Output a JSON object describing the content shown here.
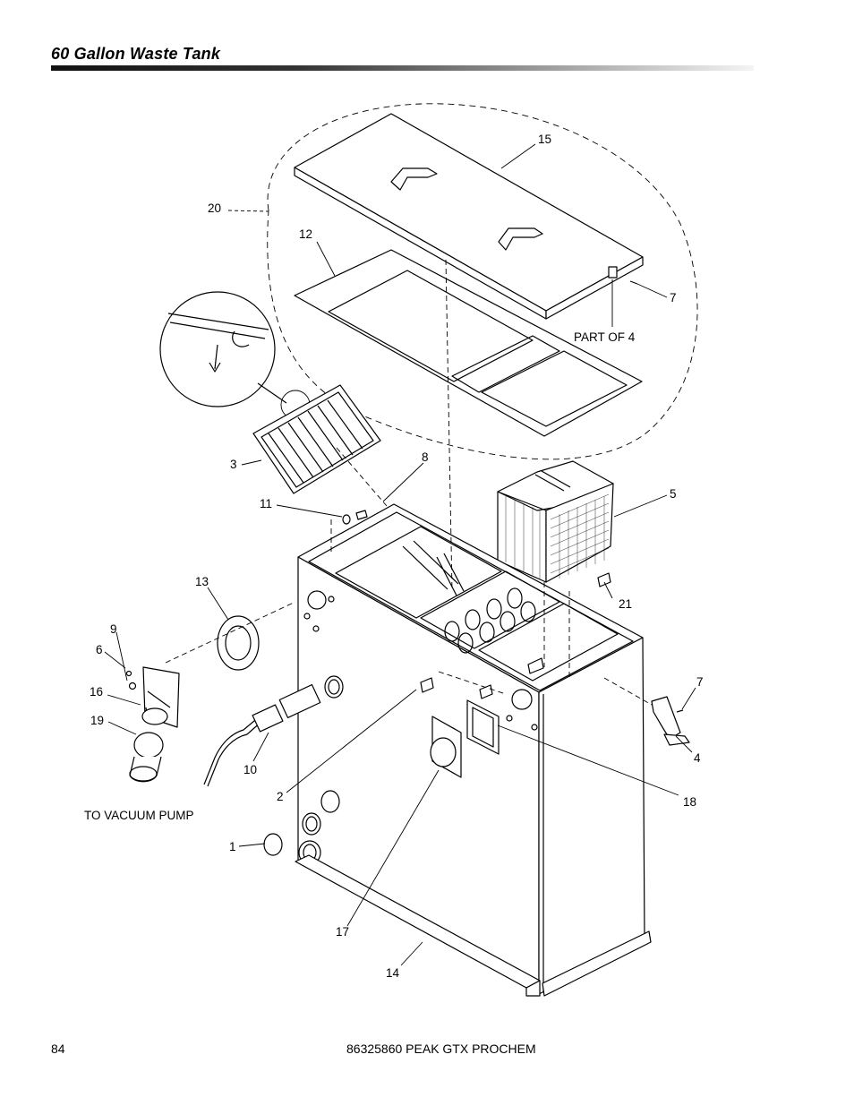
{
  "header": {
    "title": "60 Gallon Waste Tank"
  },
  "callouts": [
    {
      "id": "c15",
      "text": "15"
    },
    {
      "id": "c20",
      "text": "20"
    },
    {
      "id": "c12",
      "text": "12"
    },
    {
      "id": "c7a",
      "text": "7"
    },
    {
      "id": "cpart",
      "text": "PART OF 4"
    },
    {
      "id": "c3",
      "text": "3"
    },
    {
      "id": "c8",
      "text": "8"
    },
    {
      "id": "c5",
      "text": "5"
    },
    {
      "id": "c11",
      "text": "11"
    },
    {
      "id": "c13",
      "text": "13"
    },
    {
      "id": "c21",
      "text": "21"
    },
    {
      "id": "c9",
      "text": "9"
    },
    {
      "id": "c6",
      "text": "6"
    },
    {
      "id": "c7b",
      "text": "7"
    },
    {
      "id": "c16",
      "text": "16"
    },
    {
      "id": "c4",
      "text": "4"
    },
    {
      "id": "c19",
      "text": "19"
    },
    {
      "id": "c10",
      "text": "10"
    },
    {
      "id": "c2",
      "text": "2"
    },
    {
      "id": "c18",
      "text": "18"
    },
    {
      "id": "cvac",
      "text": "TO VACUUM PUMP"
    },
    {
      "id": "c1",
      "text": "1"
    },
    {
      "id": "c17",
      "text": "17"
    },
    {
      "id": "c14",
      "text": "14"
    }
  ],
  "footer": {
    "page_number": "84",
    "document": "86325860 PEAK GTX PROCHEM"
  }
}
